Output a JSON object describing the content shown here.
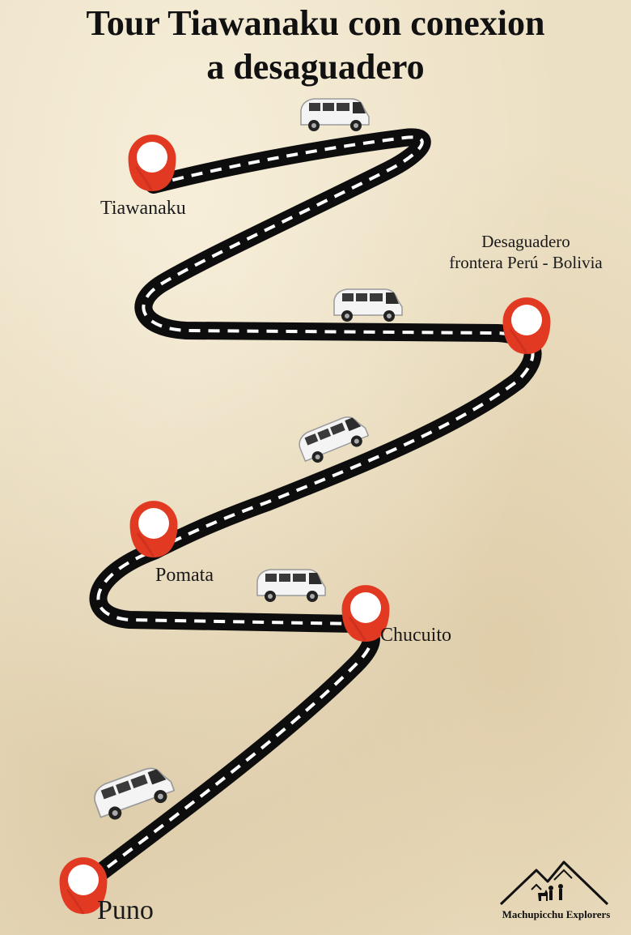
{
  "title": {
    "line1": "Tour Tiawanaku con conexion",
    "line2": "a desaguadero"
  },
  "stops": {
    "tiawanaku": "Tiawanaku",
    "desaguadero_line1": "Desaguadero",
    "desaguadero_line2": "frontera Perú - Bolivia",
    "pomata": "Pomata",
    "chucuito": "Chucuito",
    "puno": "Puno"
  },
  "brand": "Machupicchu Explorers",
  "colors": {
    "pin": "#e23a22",
    "pin_dark": "#b7261a",
    "road": "#0d0d0d",
    "road_dash": "#ffffff",
    "background": "#ece0c4",
    "van": "#f2f2f2"
  },
  "icons": [
    "map-pin-icon",
    "van-icon",
    "mountain-hikers-icon"
  ]
}
